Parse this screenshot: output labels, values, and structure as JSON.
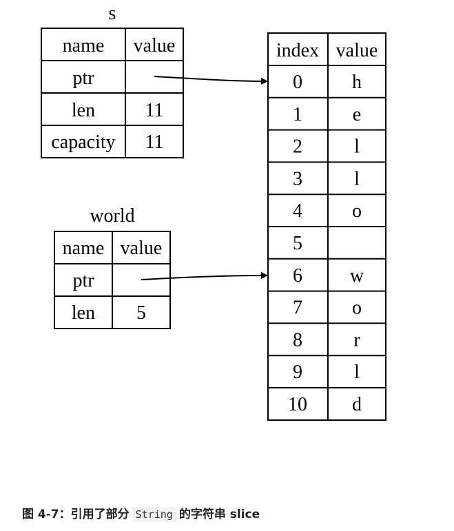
{
  "s_struct": {
    "title": "s",
    "header": [
      "name",
      "value"
    ],
    "rows": [
      {
        "name": "ptr",
        "value": ""
      },
      {
        "name": "len",
        "value": "11"
      },
      {
        "name": "capacity",
        "value": "11"
      }
    ]
  },
  "world_struct": {
    "title": "world",
    "header": [
      "name",
      "value"
    ],
    "rows": [
      {
        "name": "ptr",
        "value": ""
      },
      {
        "name": "len",
        "value": "5"
      }
    ]
  },
  "heap": {
    "header": [
      "index",
      "value"
    ],
    "rows": [
      {
        "index": "0",
        "value": "h"
      },
      {
        "index": "1",
        "value": "e"
      },
      {
        "index": "2",
        "value": "l"
      },
      {
        "index": "3",
        "value": "l"
      },
      {
        "index": "4",
        "value": "o"
      },
      {
        "index": "5",
        "value": ""
      },
      {
        "index": "6",
        "value": "w"
      },
      {
        "index": "7",
        "value": "o"
      },
      {
        "index": "8",
        "value": "r"
      },
      {
        "index": "9",
        "value": "l"
      },
      {
        "index": "10",
        "value": "d"
      }
    ]
  },
  "caption": {
    "prefix": "图 4-7：引用了部分",
    "code": "String",
    "suffix": "的字符串 slice"
  }
}
